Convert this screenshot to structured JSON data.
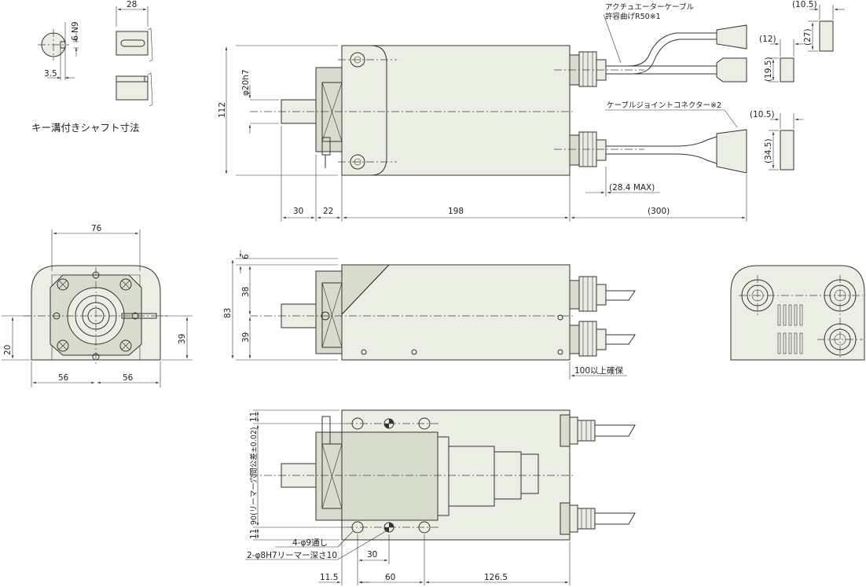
{
  "key_shaft": {
    "caption": "キー溝付きシャフト寸法",
    "dim_28": "28",
    "dim_6n9": "6 N9",
    "dim_3_5": "3.5"
  },
  "top_view": {
    "dim_112": "112",
    "dim_phi20h7": "φ20h7",
    "dim_30": "30",
    "dim_22": "22",
    "dim_198": "198",
    "dim_300": "(300)",
    "dim_28_4max": "(28.4 MAX)",
    "note_actuator_cable": "アクチュエーターケーブル",
    "note_bend_radius": "許容曲げR50※1",
    "note_joint_connector": "ケーブルジョイントコネクター※2"
  },
  "connectors": {
    "dim_10_5_top": "(10.5)",
    "dim_27": "(27)",
    "dim_12": "(12)",
    "dim_19_5": "(19.5)",
    "dim_10_5_mid": "(10.5)",
    "dim_34_5": "(34.5)"
  },
  "front_view": {
    "dim_76": "76",
    "dim_20": "20",
    "dim_39": "39",
    "dim_56_left": "56",
    "dim_56_right": "56"
  },
  "side_view": {
    "dim_6": "6",
    "dim_38": "38",
    "dim_83": "83",
    "dim_39": "39",
    "dim_100": "100以上確保"
  },
  "bottom_view": {
    "dim_11_top": "11",
    "dim_90": "90(リーマー穴間公差±0.02)",
    "dim_11_bottom": "11",
    "note_holes": "4-φ9通し",
    "note_reamer": "2-φ8H7リーマー深さ10",
    "dim_30": "30",
    "dim_11_5": "11.5",
    "dim_60": "60",
    "dim_126_5": "126.5"
  }
}
